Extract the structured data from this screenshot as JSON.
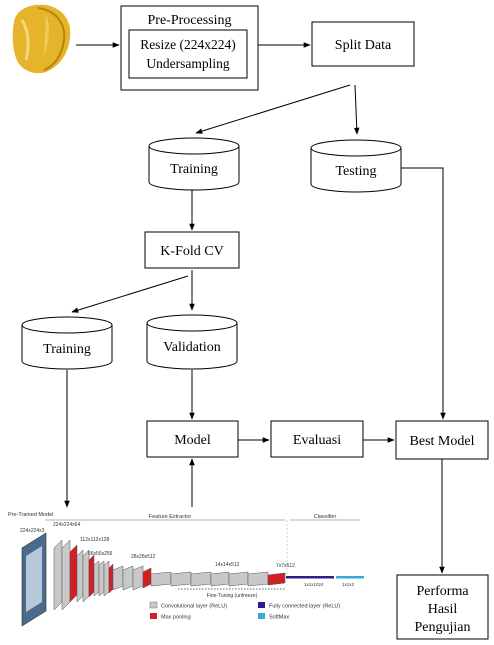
{
  "colors": {
    "corn_kernel": "#d9a520",
    "conv_layer": "#c8c8c8",
    "max_pool": "#d21f26",
    "fully_connected": "#2a1f8f",
    "softmax": "#39a9d6"
  },
  "flow": {
    "preprocessing": {
      "title": "Pre-Processing",
      "inner_line1": "Resize (224x224)",
      "inner_line2": "Undersampling"
    },
    "split_data": "Split Data",
    "training_top": "Training",
    "testing": "Testing",
    "kfold": "K-Fold CV",
    "training_bottom": "Training",
    "validation": "Validation",
    "model": "Model",
    "evaluasi": "Evaluasi",
    "best_model": "Best Model",
    "result_line1": "Performa",
    "result_line2": "Hasil",
    "result_line3": "Pengujian"
  },
  "vgg": {
    "pretrained_label": "Pre-Trained Model",
    "input_size": "224x224x3",
    "feature_extractor": "Feature Extractor",
    "classifier": "Classifier",
    "fine_tuning": "Fine-Tuning (unfreeze)",
    "sizes": {
      "s224": "224x224x64",
      "s112": "112x112x128",
      "s56": "56x56x256",
      "s28": "28x28x512",
      "s14": "14x14x512",
      "s7": "7x7x512",
      "fc": "1x1x1024",
      "out": "1x1x2"
    },
    "legend": {
      "conv": "Convolutional layer (ReLU)",
      "pool": "Max pooling",
      "fc": "Fully connected layer (ReLU)",
      "softmax": "SoftMax"
    }
  }
}
